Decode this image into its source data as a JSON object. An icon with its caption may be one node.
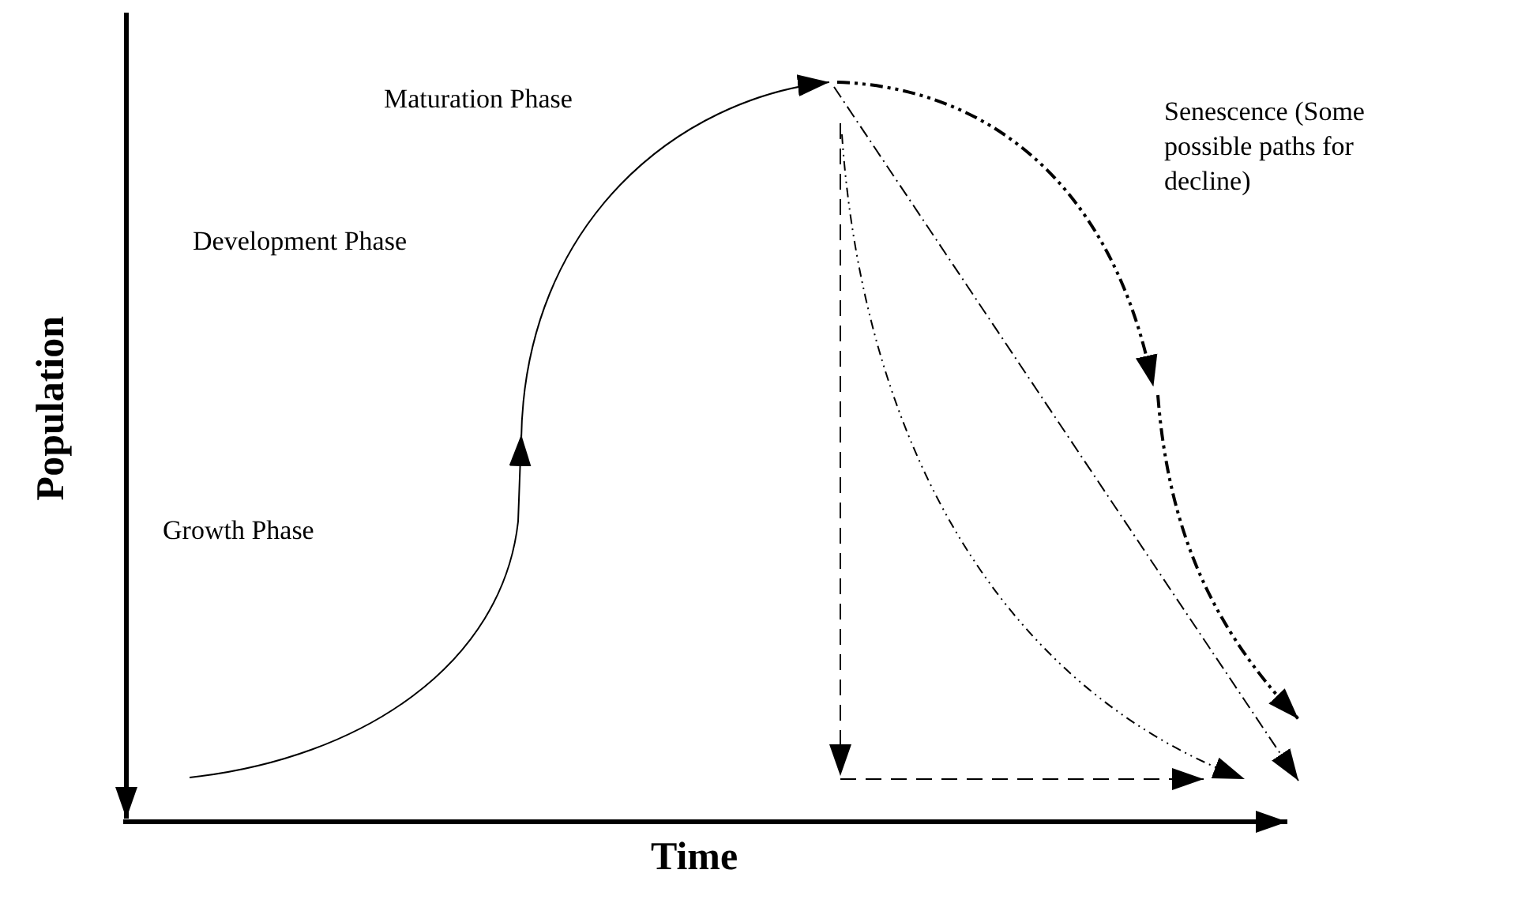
{
  "diagram": {
    "labels": [
      "Maturation Phase",
      "Senescence (Some possible paths for decline)",
      "Development Phase",
      "Population",
      "Growth Phase",
      "Time"
    ]
  }
}
